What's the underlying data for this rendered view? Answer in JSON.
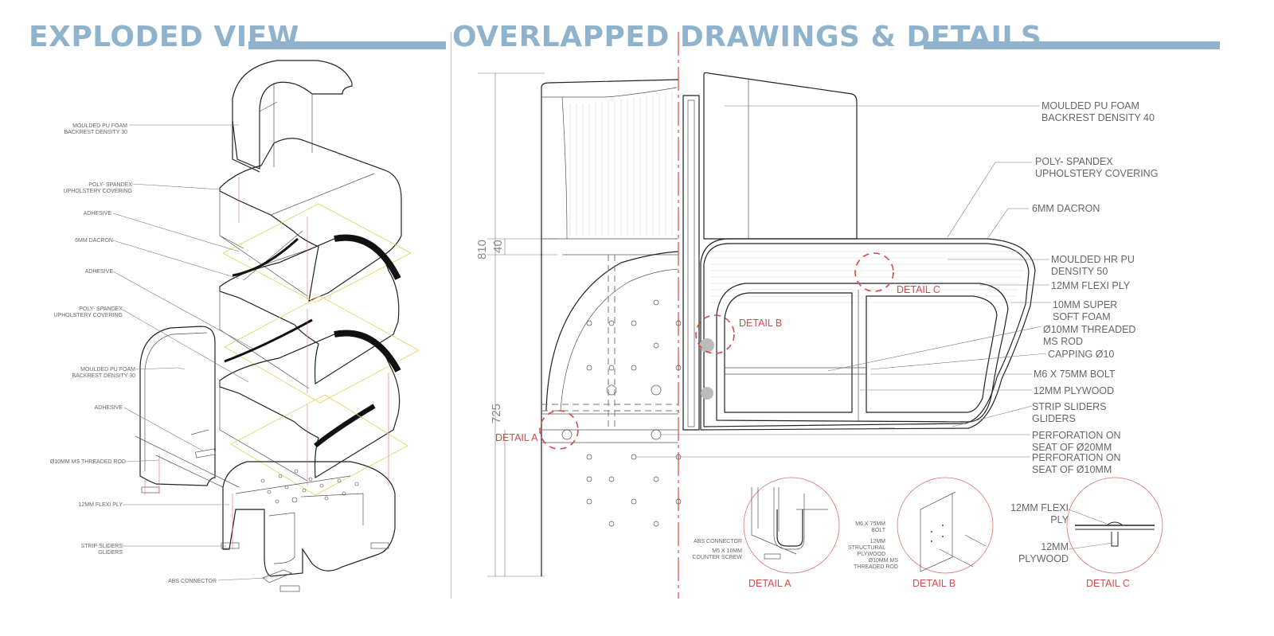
{
  "headings": {
    "exploded": "EXPLODED VIEW",
    "overlapped": "OVERLAPPED DRAWINGS & DETAILS"
  },
  "colors": {
    "heading": "#8fb3cc",
    "detail_red": "#d84848",
    "adhesive_yellow": "#e3d15a"
  },
  "exploded_labels": [
    {
      "l1": "MOULDED PU FOAM",
      "l2": "BACKREST DENSITY 30"
    },
    {
      "l1": "POLY- SPANDEX",
      "l2": "UPHOLSTERY COVERING"
    },
    {
      "l1": "ADHESIVE",
      "l2": ""
    },
    {
      "l1": "6MM DACRON",
      "l2": ""
    },
    {
      "l1": "ADHESIVE",
      "l2": ""
    },
    {
      "l1": "POLY- SPANDEX",
      "l2": "UPHOLSTERY COVERING"
    },
    {
      "l1": "MOULDED PU FOAM",
      "l2": "BACKREST DENSITY 30"
    },
    {
      "l1": "ADHESIVE",
      "l2": ""
    },
    {
      "l1": "Ø10MM MS THREADED ROD",
      "l2": ""
    },
    {
      "l1": "12MM FLEXI PLY",
      "l2": ""
    },
    {
      "l1": "STRIP SLIDERS",
      "l2": "GLIDERS"
    },
    {
      "l1": "ABS CONNECTOR",
      "l2": ""
    }
  ],
  "overlap_labels": [
    {
      "l1": "MOULDED PU FOAM",
      "l2": "BACKREST DENSITY 40"
    },
    {
      "l1": "POLY- SPANDEX",
      "l2": "UPHOLSTERY COVERING"
    },
    {
      "l1": "6MM DACRON",
      "l2": ""
    },
    {
      "l1": "MOULDED HR PU",
      "l2": "DENSITY 50"
    },
    {
      "l1": "12MM FLEXI PLY",
      "l2": ""
    },
    {
      "l1": "10MM SUPER",
      "l2": "SOFT FOAM"
    },
    {
      "l1": "Ø10MM THREADED",
      "l2": "MS ROD"
    },
    {
      "l1": "CAPPING Ø10",
      "l2": ""
    },
    {
      "l1": "M6 X 75MM BOLT",
      "l2": ""
    },
    {
      "l1": "12MM PLYWOOD",
      "l2": ""
    },
    {
      "l1": "STRIP SLIDERS",
      "l2": "GLIDERS"
    },
    {
      "l1": "PERFORATION ON",
      "l2": "SEAT OF Ø20MM"
    },
    {
      "l1": "PERFORATION ON",
      "l2": "SEAT OF Ø10MM"
    }
  ],
  "dimensions": {
    "overall_height": "810",
    "seat_height": "725",
    "small": "40"
  },
  "detail_callouts": {
    "a": "DETAIL A",
    "b": "DETAIL B",
    "c": "DETAIL C"
  },
  "detail_views": {
    "a": {
      "caption": "DETAIL A",
      "notes": [
        "ABS CONNECTOR",
        "M5 X 10MM",
        "COUNTER SCREW"
      ]
    },
    "b": {
      "caption": "DETAIL B",
      "notes": [
        "M6 X 75MM",
        "BOLT",
        "12MM",
        "STRUCTURAL",
        "PLYWOOD",
        "Ø10MM MS",
        "THREADED ROD"
      ]
    },
    "c": {
      "caption": "DETAIL C",
      "notes": [
        "12MM FLEXI",
        "PLY",
        "12MM",
        "PLYWOOD"
      ]
    }
  }
}
